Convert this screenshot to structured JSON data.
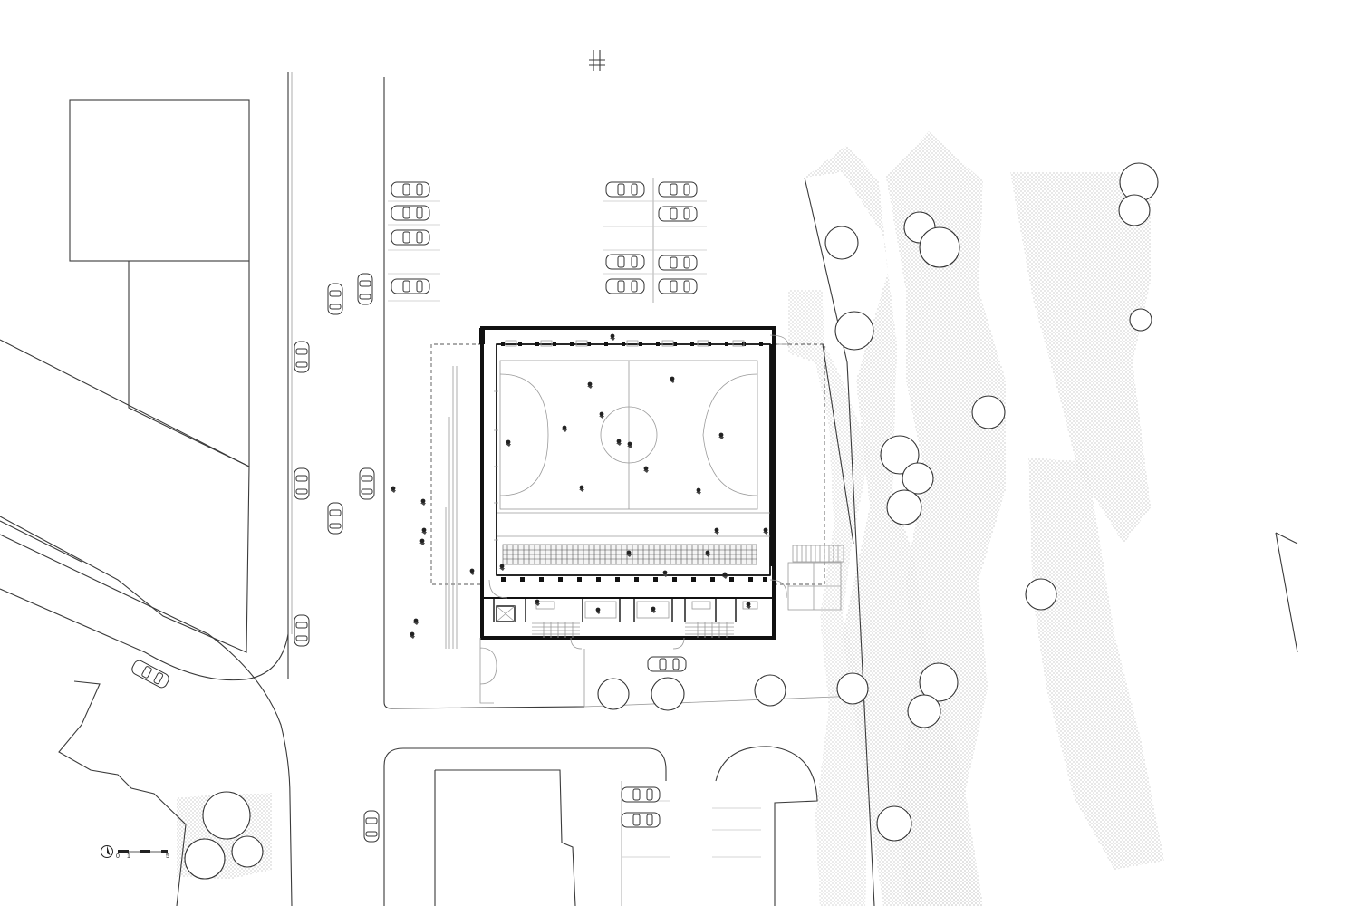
{
  "colors": {
    "background": "#ffffff",
    "line": "#3a3a3a",
    "wall": "#111111",
    "hatch": "#9b9b9b"
  },
  "scale_bar": {
    "labels": [
      "0",
      "1",
      "5"
    ]
  },
  "icons": [
    "north-arrow-icon",
    "car-icon",
    "tree-icon",
    "person-icon"
  ]
}
